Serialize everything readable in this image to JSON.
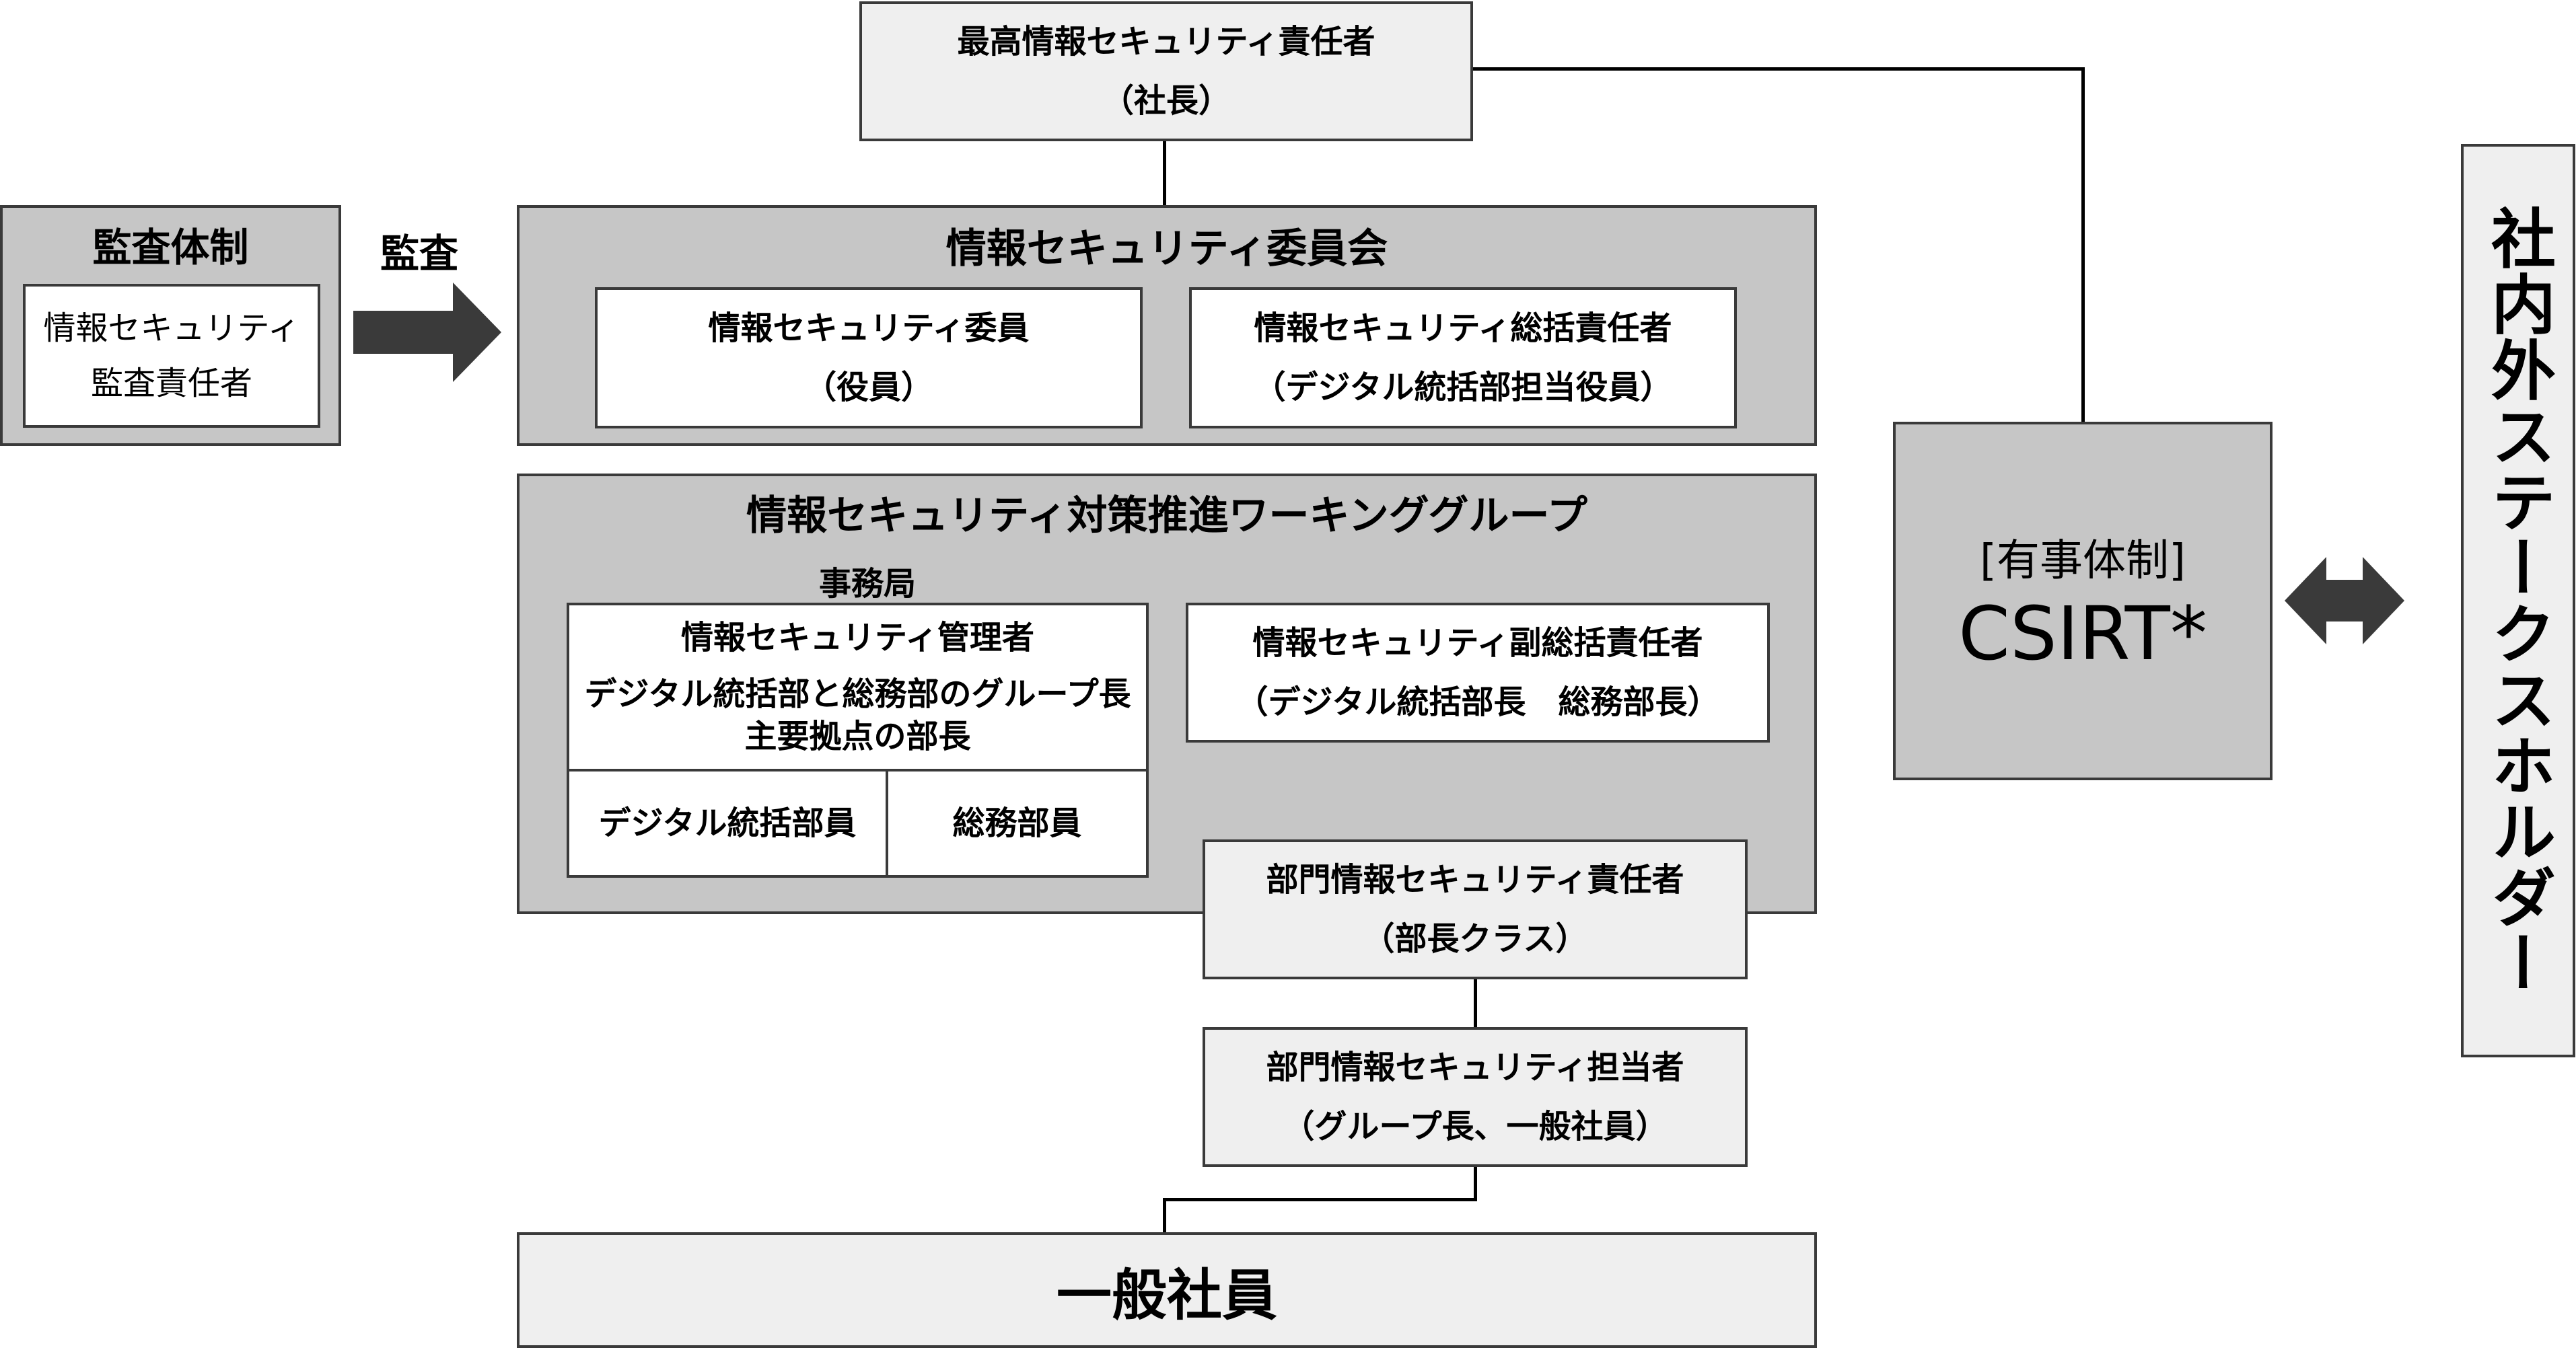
{
  "top": {
    "title": "最高情報セキュリティ責任者",
    "sub": "（社長）"
  },
  "audit": {
    "title": "監査体制",
    "line1": "情報セキュリティ",
    "line2": "監査責任者",
    "arrow_label": "監査"
  },
  "committee": {
    "title": "情報セキュリティ委員会",
    "member": {
      "title": "情報セキュリティ委員",
      "sub": "（役員）"
    },
    "general": {
      "title": "情報セキュリティ総括責任者",
      "sub": "（デジタル統括部担当役員）"
    }
  },
  "wg": {
    "title": "情報セキュリティ対策推進ワーキンググループ",
    "secretariat_label": "事務局",
    "manager": {
      "title": "情報セキュリティ管理者",
      "line1": "デジタル統括部と総務部のグループ長",
      "line2": "主要拠点の部長"
    },
    "digital_staff": "デジタル統括部員",
    "general_affairs_staff": "総務部員",
    "deputy": {
      "title": "情報セキュリティ副総括責任者",
      "sub": "（デジタル統括部長　総務部長）"
    }
  },
  "dept_resp": {
    "title": "部門情報セキュリティ責任者",
    "sub": "（部長クラス）"
  },
  "dept_person": {
    "title": "部門情報セキュリティ担当者",
    "sub": "（グループ長、一般社員）"
  },
  "employees": {
    "label": "一般社員"
  },
  "csirt": {
    "line1": "[有事体制]",
    "line2": "CSIRT*"
  },
  "stakeholders": {
    "label": "社内外ステークスホルダー"
  }
}
